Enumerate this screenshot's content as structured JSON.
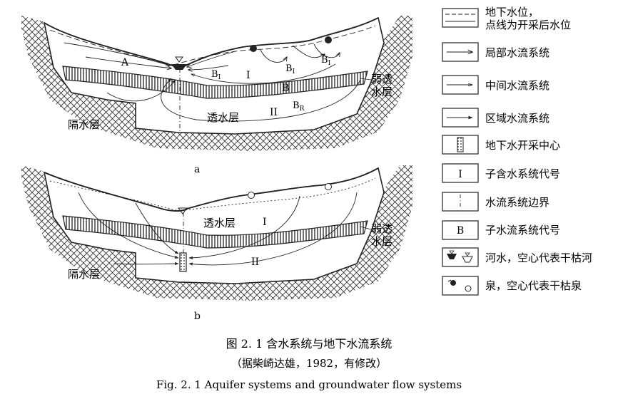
{
  "figure": {
    "section_a": {
      "panel_label": "a",
      "labels": {
        "aquitard_left": "隔水层",
        "weak_permeable_1": "弱透",
        "weak_permeable_2": "水层",
        "permeable_layer": "透水层",
        "region_A": "A",
        "sub_b1_left": "B",
        "sub_b1_left_sub": "I",
        "aquifer_I": "I",
        "sub_b1_mid": "B",
        "sub_b1_mid_sub": "I",
        "sub_b1_right": "B",
        "sub_b1_right_sub": "I",
        "region_B": "B",
        "aquifer_II": "II",
        "sub_br": "B",
        "sub_br_sub": "R"
      }
    },
    "section_b": {
      "panel_label": "b",
      "labels": {
        "aquitard_left": "隔水层",
        "weak_permeable_1": "弱透",
        "weak_permeable_2": "水层",
        "permeable_layer": "透水层",
        "aquifer_I": "I",
        "aquifer_II": "II"
      }
    },
    "legend": [
      {
        "icon": "water-table-icon",
        "text_1": "地下水位，",
        "text_2": "点线为开采后水位"
      },
      {
        "icon": "local-flow-arrow-icon",
        "text_1": "局部水流系统"
      },
      {
        "icon": "intermediate-flow-arrow-icon",
        "text_1": "中间水流系统"
      },
      {
        "icon": "regional-flow-arrow-icon",
        "text_1": "区域水流系统"
      },
      {
        "icon": "pumping-center-icon",
        "text_1": "地下水开采中心"
      },
      {
        "icon": "subsystem-code-icon",
        "box_text": "I",
        "text_1": "子含水系统代号"
      },
      {
        "icon": "flow-boundary-icon",
        "text_1": "水流系统边界"
      },
      {
        "icon": "flow-subsystem-code-icon",
        "box_text": "B",
        "text_1": "子水流系统代号"
      },
      {
        "icon": "river-icon",
        "text_1": "河水，空心代表干枯河"
      },
      {
        "icon": "spring-icon",
        "text_1": "泉，空心代表干枯泉"
      }
    ],
    "caption": {
      "title_cn": "图 2. 1    含水系统与地下水流系统",
      "source_cn": "（据柴崎达雄，1982，有修改）",
      "title_en": "Fig. 2. 1    Aquifer systems and groundwater flow systems"
    }
  }
}
